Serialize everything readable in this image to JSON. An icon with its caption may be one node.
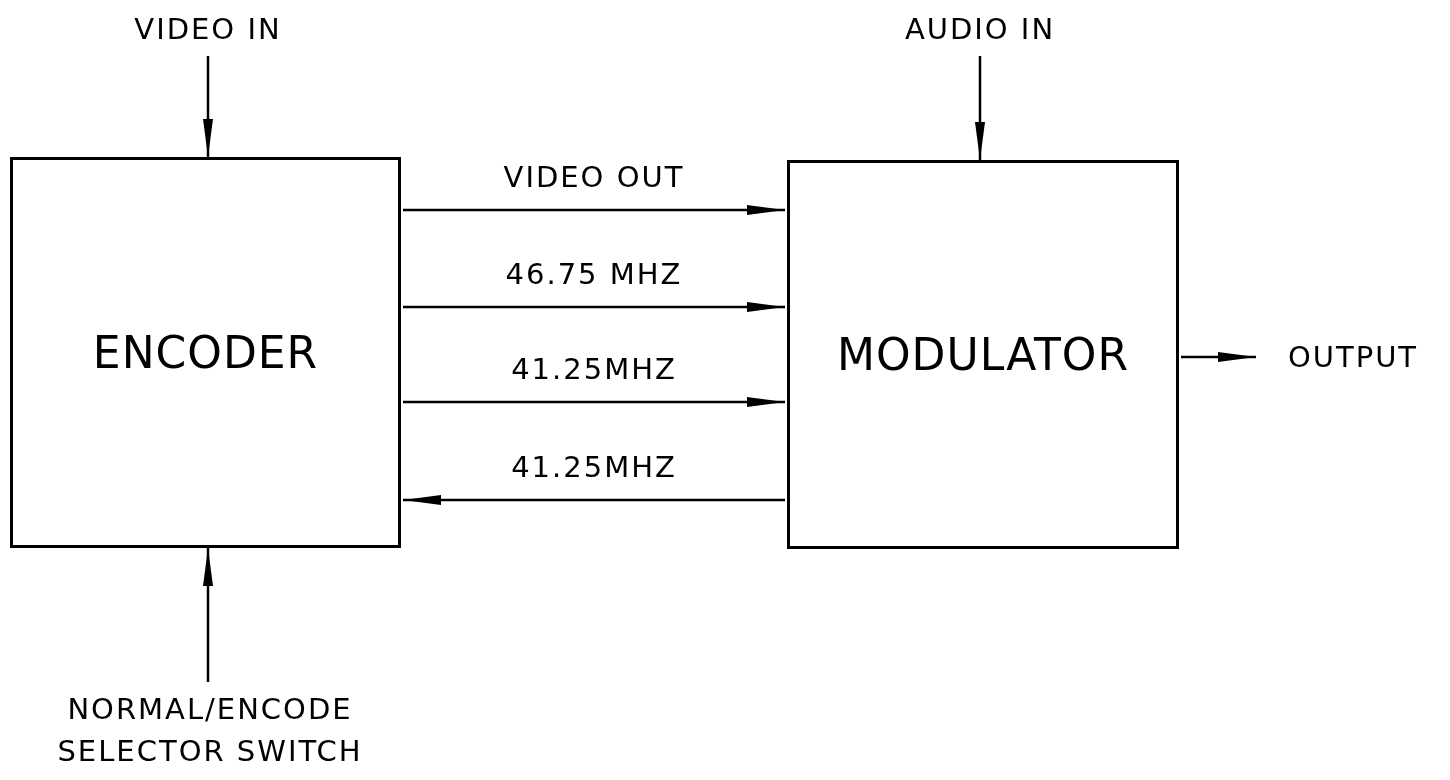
{
  "diagram": {
    "nodes": [
      {
        "text": [
          "ENCODER"
        ]
      },
      {
        "text": [
          "MODULATOR"
        ]
      },
      {
        "text": [
          "VIDEO IN"
        ]
      },
      {
        "text": [
          "AUDIO IN"
        ]
      },
      {
        "text": [
          "NORMAL/ENCODE SELECTOR SWITCH"
        ]
      },
      {
        "text": [
          "OUTPUT"
        ]
      }
    ],
    "edges": [
      {
        "from": 2,
        "to": 0,
        "arrow": "to"
      },
      {
        "from": 3,
        "to": 1,
        "arrow": "to"
      },
      {
        "from": 0,
        "to": 1,
        "arrow": "to",
        "label": "VIDEO OUT"
      },
      {
        "from": 0,
        "to": 1,
        "arrow": "to",
        "label": "46.75 MHZ"
      },
      {
        "from": 0,
        "to": 1,
        "arrow": "to",
        "label": "41.25MHZ"
      },
      {
        "from": 1,
        "to": 0,
        "arrow": "to",
        "label": "41.25MHZ"
      },
      {
        "from": 1,
        "to": 5,
        "arrow": "to"
      },
      {
        "from": 4,
        "to": 0,
        "arrow": "to"
      }
    ]
  }
}
